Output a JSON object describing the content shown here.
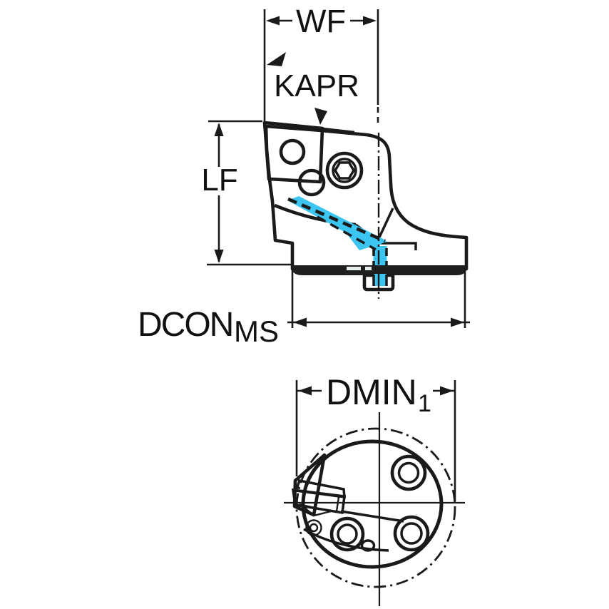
{
  "drawing": {
    "title": "tool-head-dimensional-drawing",
    "labels": {
      "wf": "WF",
      "kapr": "KAPR",
      "lf": "LF",
      "dcon": "DCON",
      "dcon_sub": "MS",
      "dmin": "DMIN",
      "dmin_sub": "1"
    },
    "colors": {
      "body": "#B9C5CD",
      "insert": "#F5BD00",
      "coolant": "#3CC5F0",
      "face_dark": "#1F1F1F",
      "hole_inner": "#FFFFFF",
      "outline": "#1A1A1A",
      "background": "#FFFFFF"
    }
  }
}
